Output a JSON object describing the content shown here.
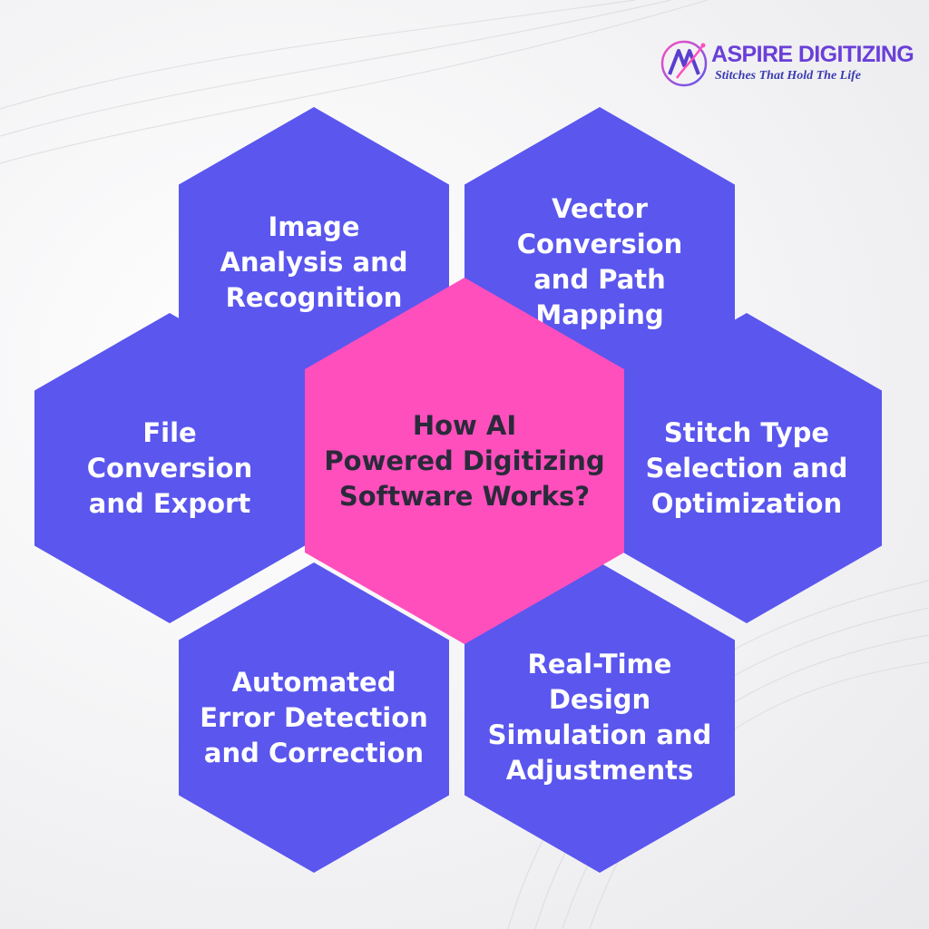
{
  "logo": {
    "name": "ASPIRE DIGITIZING",
    "tagline": "Stitches That Hold The Life"
  },
  "center": {
    "label": "How AI\nPowered Digitizing\nSoftware Works?"
  },
  "steps": [
    {
      "label": "Image\nAnalysis and\nRecognition"
    },
    {
      "label": "Vector\nConversion\nand Path\nMapping"
    },
    {
      "label": "Stitch Type\nSelection and\nOptimization"
    },
    {
      "label": "Real-Time\nDesign\nSimulation and\nAdjustments"
    },
    {
      "label": "Automated\nError Detection\nand Correction"
    },
    {
      "label": "File\nConversion\nand Export"
    }
  ],
  "colors": {
    "step_fill": "#5a56ee",
    "center_fill": "#ff4fbd",
    "brand": "#6a3fd8"
  },
  "icons": [
    "needle-thread-logo-icon"
  ]
}
